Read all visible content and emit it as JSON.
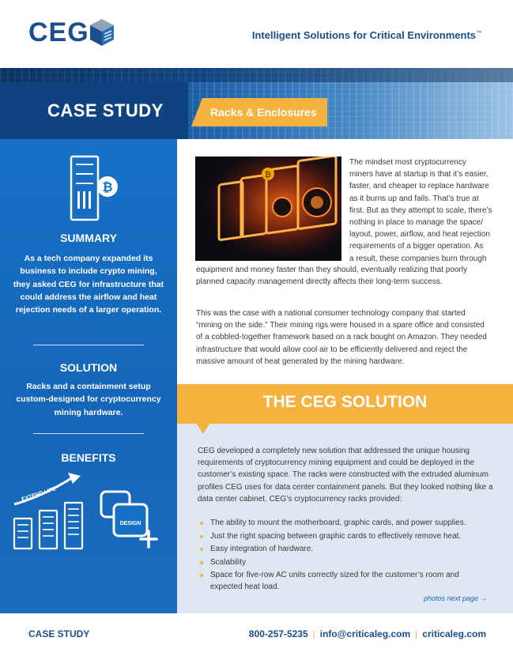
{
  "header": {
    "logo_text": "CEG",
    "tagline_part1": "Intelligent Solutions",
    "tagline_part2": " for Critical Environments",
    "tagline_tm": "™"
  },
  "banner": {
    "title": "CASE STUDY",
    "tag": "Racks & Enclosures"
  },
  "sidebar": {
    "summary_heading": "SUMMARY",
    "summary_text": "As a tech company expanded its business to include crypto mining, they asked CEG for infrastructure that could address the airflow and heat rejection needs of a larger operation.",
    "solution_heading": "SOLUTION",
    "solution_text": "Racks and a containment setup custom-designed for cryptocurrency mining hardware.",
    "benefits_heading": "BENEFITS",
    "extend_life_label": "EXTEND LIFE",
    "design_label": "DESIGN",
    "bitcoin_symbol": "₿",
    "accent_color": "#1671c5"
  },
  "main": {
    "intro_para": "The mindset most cryptocurrency miners have at startup is that it’s easier, faster, and cheaper to replace hardware as it burns up and fails. That’s true at first. But as they attempt to scale, there’s nothing in place to manage the space/ layout, power, airflow, and heat rejection requirements of a bigger operation. As a result, these companies burn through equipment and money faster than they should, eventually realizing that poorly planned capacity management directly affects their long-term success.",
    "intro_lines": [
      "The mindset most cryptocurrency",
      "miners have at startup is that it’s easier,",
      "faster, and cheaper to replace hardware",
      "as it burns up and fails. That’s true at",
      "first. But as they attempt to scale, there’s",
      "nothing in place to manage the space/",
      "layout, power, airflow, and heat rejection",
      "requirements of a bigger operation. As",
      "a result, these companies burn through"
    ],
    "intro_tail_lines": [
      "equipment and money faster than they should, eventually realizing that poorly",
      "planned capacity management directly affects their long-term success."
    ],
    "case_lines": [
      "This was the case with a national consumer technology company that started",
      "“mining on the side.” Their mining rigs were housed in a spare office and consisted",
      "of a cobbled-together framework based on a rack bought on Amazon. They needed",
      "infrastructure that would allow cool air to be efficiently delivered and reject the",
      "massive amount of heat generated by the mining hardware."
    ],
    "solution_title": "THE CEG SOLUTION",
    "solution_lines": [
      "CEG developed a completely new solution that addressed the unique housing",
      "requirements of cryptocurrency mining equipment and could be deployed in the",
      "customer’s existing space. The racks were constructed with the extruded aluminum",
      "profiles CEG uses for data center containment panels. But they looked nothing like a",
      "data center cabinet. CEG’s cryptocurrency racks provided:"
    ],
    "bullets": [
      "The ability to mount the motherboard, graphic cards, and power supplies.",
      "Just the right spacing between graphic cards to effectively remove heat.",
      "Easy integration of hardware.",
      "Scalability",
      "Space for five-row AC units correctly sized for the customer’s room and expected heat load."
    ],
    "photos_next": "photos next page →"
  },
  "footer": {
    "left": "CASE STUDY",
    "phone": "800-257-5235",
    "email": "info@criticaleg.com",
    "site": "criticaleg.com",
    "separator": "|"
  },
  "colors": {
    "brand_blue": "#1b4f8c",
    "sidebar_blue": "#1671c5",
    "accent_orange": "#f5b23f",
    "panel_bg": "#dfe7f2"
  }
}
